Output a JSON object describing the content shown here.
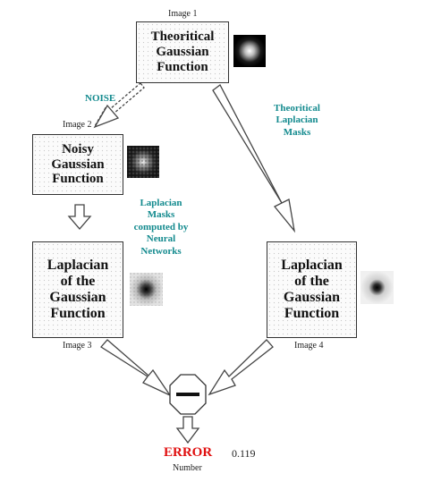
{
  "captions": {
    "image1": "Image 1",
    "image2": "Image 2",
    "image3": "Image 3",
    "image4": "Image 4"
  },
  "boxes": {
    "theoretical_gaussian": "Theoritical\nGaussian\nFunction",
    "noisy_gaussian": "Noisy\nGaussian\nFunction",
    "laplacian_left": "Laplacian\nof the\nGaussian\nFunction",
    "laplacian_right": "Laplacian\nof the\nGaussian\nFunction"
  },
  "labels": {
    "noise": "NOISE",
    "theoretical_masks": "Theoritical\nLaplacian\nMasks",
    "nn_masks": "Laplacian\nMasks\ncomputed by\nNeural\nNetworks"
  },
  "error": {
    "title": "ERROR",
    "subtitle": "Number",
    "value": "0.119"
  },
  "colors": {
    "accent_teal": "#138a8e",
    "error_red": "#e01010"
  },
  "icons": {
    "thumb1": "bright-gaussian-spot-on-black",
    "thumb2": "noisy-gaussian-spot-on-black",
    "thumb3": "dark-blob-on-grey",
    "thumb4": "dark-blob-on-light",
    "minus": "minus-octagon"
  }
}
